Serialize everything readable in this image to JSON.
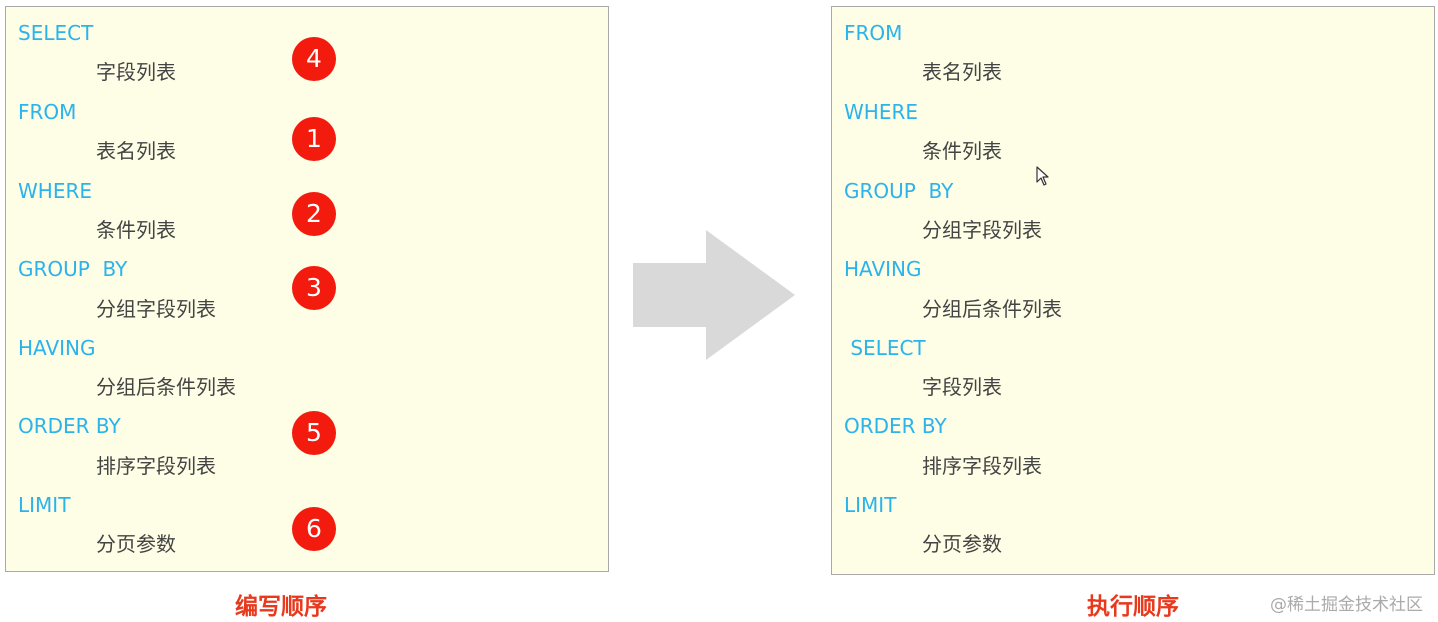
{
  "left_panel": {
    "lines": [
      {
        "kind": "keyword",
        "text": "SELECT"
      },
      {
        "kind": "item",
        "text": "字段列表"
      },
      {
        "kind": "keyword",
        "text": "FROM"
      },
      {
        "kind": "item",
        "text": "表名列表"
      },
      {
        "kind": "keyword",
        "text": "WHERE"
      },
      {
        "kind": "item",
        "text": "条件列表"
      },
      {
        "kind": "keyword",
        "text": "GROUP  BY"
      },
      {
        "kind": "item",
        "text": "分组字段列表"
      },
      {
        "kind": "keyword",
        "text": "HAVING"
      },
      {
        "kind": "item",
        "text": "分组后条件列表"
      },
      {
        "kind": "keyword",
        "text": "ORDER BY"
      },
      {
        "kind": "item",
        "text": "排序字段列表"
      },
      {
        "kind": "keyword",
        "text": "LIMIT"
      },
      {
        "kind": "item",
        "text": "分页参数"
      }
    ],
    "badges": [
      "4",
      "1",
      "2",
      "3",
      "5",
      "6"
    ]
  },
  "right_panel": {
    "lines": [
      {
        "kind": "keyword",
        "text": "FROM"
      },
      {
        "kind": "item",
        "text": "表名列表"
      },
      {
        "kind": "keyword",
        "text": "WHERE"
      },
      {
        "kind": "item",
        "text": "条件列表"
      },
      {
        "kind": "keyword",
        "text": "GROUP  BY"
      },
      {
        "kind": "item",
        "text": "分组字段列表"
      },
      {
        "kind": "keyword",
        "text": "HAVING"
      },
      {
        "kind": "item",
        "text": "分组后条件列表"
      },
      {
        "kind": "keyword",
        "text": " SELECT"
      },
      {
        "kind": "item",
        "text": "字段列表"
      },
      {
        "kind": "keyword",
        "text": "ORDER BY"
      },
      {
        "kind": "item",
        "text": "排序字段列表"
      },
      {
        "kind": "keyword",
        "text": "LIMIT"
      },
      {
        "kind": "item",
        "text": "分页参数"
      }
    ]
  },
  "captions": {
    "left": "编写顺序",
    "right": "执行顺序"
  },
  "watermark": "@稀土掘金技术社区",
  "colors": {
    "keyword": "#2bb3ec",
    "item": "#444444",
    "badge": "#f21b0e",
    "caption": "#e8391d",
    "panel_bg": "#fefde6",
    "arrow": "#d9d9d9"
  }
}
